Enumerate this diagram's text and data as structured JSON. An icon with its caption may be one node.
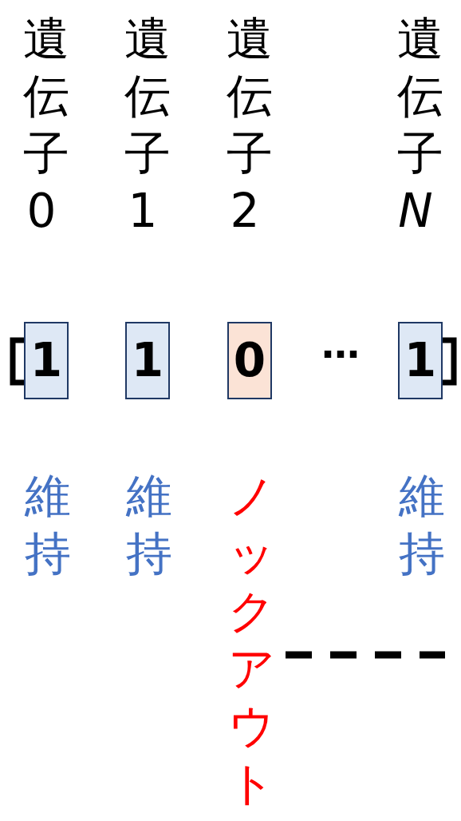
{
  "diagram": {
    "nodes": [
      {
        "text": [
          "1"
        ]
      },
      {
        "text": [
          "1"
        ]
      },
      {
        "text": [
          "0"
        ]
      },
      {
        "text": [
          "1"
        ]
      }
    ],
    "labels": [
      "遺伝子0",
      "遺伝子1",
      "遺伝子2",
      "遺伝子N",
      "⋯",
      "維持",
      "維持",
      "ノックアウト",
      "維持"
    ]
  }
}
